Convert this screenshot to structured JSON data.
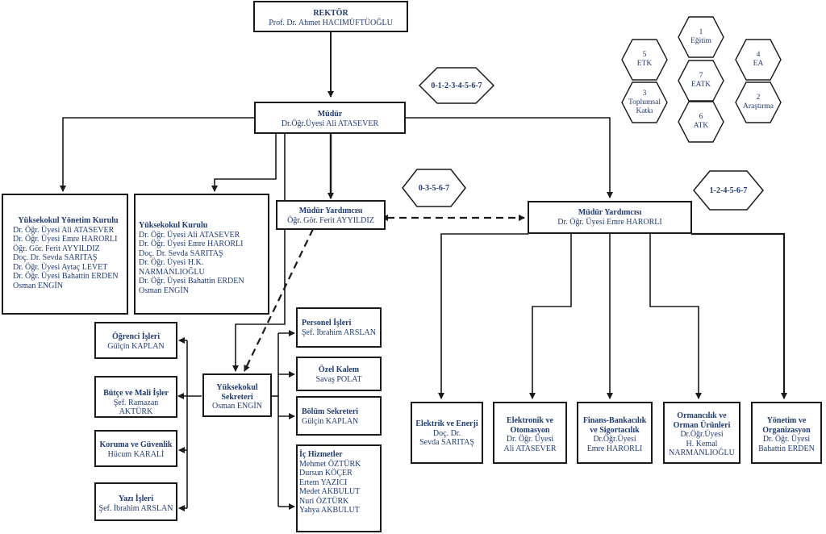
{
  "rector": {
    "title": "REKTÖR",
    "name": "Prof. Dr. Ahmet HACIMÜFTÜOĞLU"
  },
  "director": {
    "title": "Müdür",
    "name": "Dr.Öğr.Üyesi Ali ATASEVER"
  },
  "assistant1": {
    "title": "Müdür Yardımcısı",
    "name": "Öğr. Gör. Ferit AYYILDIZ"
  },
  "assistant2": {
    "title": "Müdür Yardımcısı",
    "name": "Dr. Öğr. Üyesi  Emre HARORLI"
  },
  "tags": {
    "director": "0-1-2-3-4-5-6-7",
    "assistant1": "0-3-5-6-7",
    "assistant2": "1-2-4-5-6-7"
  },
  "board": {
    "title": "Yüksekokul Yönetim Kurulu",
    "members": [
      "Dr. Öğr. Üyesi Ali ATASEVER",
      "Dr. Öğr. Üyesi Emre HARORLI",
      "Öğr. Gör. Ferit AYYILDIZ",
      "Doç. Dr. Sevda SARITAŞ",
      "Dr. Öğr. Üyesi Aytaç LEVET",
      "Dr. Öğr. Üyesi Bahattin ERDEN",
      "Osman ENGİN"
    ]
  },
  "council": {
    "title": "Yüksekokul Kurulu",
    "members": [
      "Dr. Öğr. Üyesi Ali ATASEVER",
      "Dr. Öğr. Üyesi Emre HARORLI",
      "Doç. Dr. Sevda SARITAŞ",
      "Dr. Öğr. Üyesi H.K. NARMANLIOĞLU",
      "Dr. Öğr. Üyesi Bahattin ERDEN",
      "Osman ENGİN"
    ]
  },
  "secretary": {
    "title": "Yüksekokul Sekreteri",
    "name": "Osman ENGİN"
  },
  "left_units": [
    {
      "title": "Öğrenci İşleri",
      "name": "Gülçin KAPLAN"
    },
    {
      "title": "Bütçe ve Mali İşler",
      "name": "Şef. Ramazan AKTÜRK"
    },
    {
      "title": "Koruma ve Güvenlik",
      "name": "Hücum KARALİ"
    },
    {
      "title": "Yazı İşleri",
      "name": "Şef. İbrahim ARSLAN"
    }
  ],
  "right_units": [
    {
      "title": "Personel İşleri",
      "name": "Şef. İbrahim ARSLAN"
    },
    {
      "title": "Özel Kalem",
      "name": "Savaş POLAT"
    },
    {
      "title": "Bölüm Sekreteri",
      "name": "Gülçin KAPLAN"
    }
  ],
  "internal": {
    "title": "İç Hizmetler",
    "members": [
      "Mehmet ÖZTÜRK",
      "Dursun KÖÇER",
      "Ertem YAZICI",
      "Medet AKBULUT",
      "Nuri ÖZTÜRK",
      "Yahya AKBULUT"
    ]
  },
  "departments": [
    {
      "lines": [
        "Elektrik ve Enerji"
      ],
      "names": [
        "Doç. Dr.",
        "Sevda SARITAŞ"
      ]
    },
    {
      "lines": [
        "Elektronik ve",
        "Otomasyon"
      ],
      "names": [
        "Dr. Öğr. Üyesi",
        "Ali ATASEVER"
      ]
    },
    {
      "lines": [
        "Finans-Bankacılık",
        "ve Sigortacılık"
      ],
      "names": [
        "Dr.Öğr.Üyesi",
        "Emre HARORLI"
      ]
    },
    {
      "lines": [
        "Ormancılık ve",
        "Orman Ürünleri"
      ],
      "names": [
        "Dr.Öğr.Üyesi",
        "H. Kemal",
        "NARMANLIOĞLU"
      ]
    },
    {
      "lines": [
        "Yönetim ve",
        "Organizasyon"
      ],
      "names": [
        "Dr. Öğr. Üyesi",
        "Bahattin ERDEN"
      ]
    }
  ],
  "hexes": [
    {
      "num": "1",
      "label": "Eğitim"
    },
    {
      "num": "5",
      "label": "ETK"
    },
    {
      "num": "4",
      "label": "EA"
    },
    {
      "num": "7",
      "label": "EATK"
    },
    {
      "num": "3",
      "label": "Toplumsal Katkı"
    },
    {
      "num": "2",
      "label": "Araştırma"
    },
    {
      "num": "6",
      "label": "ATK"
    }
  ]
}
